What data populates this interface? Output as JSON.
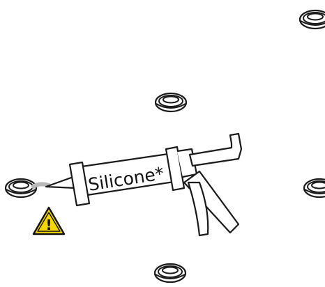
{
  "colors": {
    "stroke": "#1a1a1a",
    "warning_yellow": "#f5d800",
    "warning_border": "#111111",
    "silicone_bead": "#b8b8b8",
    "background": "#ffffff"
  },
  "caulking_gun": {
    "label": "Silicone*",
    "icon": "caulking-gun-icon"
  },
  "warning": {
    "symbol": "!",
    "icon": "warning-triangle-icon"
  },
  "pads": [
    {
      "id": "pad-top-right",
      "icon": "adhesive-pad-icon"
    },
    {
      "id": "pad-center-top",
      "icon": "adhesive-pad-icon"
    },
    {
      "id": "pad-left",
      "icon": "adhesive-pad-icon"
    },
    {
      "id": "pad-right",
      "icon": "adhesive-pad-icon"
    },
    {
      "id": "pad-bottom",
      "icon": "adhesive-pad-icon"
    }
  ]
}
